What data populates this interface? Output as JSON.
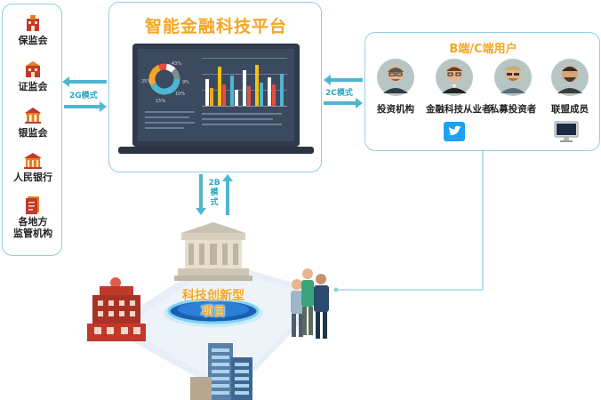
{
  "regulators": [
    {
      "label": "保监会",
      "icon": "building-icon"
    },
    {
      "label": "证监会",
      "icon": "building-icon"
    },
    {
      "label": "银监会",
      "icon": "bank-icon"
    },
    {
      "label": "人民银行",
      "icon": "temple-icon"
    },
    {
      "label": "各地方",
      "label2": "监管机构",
      "icon": "document-icon"
    }
  ],
  "platform": {
    "title": "智能金融科技平台",
    "donut_labels": [
      "43%",
      "25%",
      "9%",
      "10%",
      "15%"
    ]
  },
  "users_panel": {
    "title": "B端/C端用户",
    "users": [
      {
        "label": "投资机构",
        "icon": "investor-avatar-icon"
      },
      {
        "label": "金融科技从业者",
        "icon": "practitioner-avatar-icon"
      },
      {
        "label": "私募投资者",
        "icon": "private-investor-avatar-icon"
      },
      {
        "label": "联盟成员",
        "icon": "member-avatar-icon"
      }
    ]
  },
  "arrows": {
    "to_g": "2G模式",
    "to_c": "2C模式",
    "to_b_line1": "2B",
    "to_b_line2": "模式"
  },
  "project": {
    "line1": "科技创新型",
    "line2": "项目"
  },
  "colors": {
    "accent_orange": "#f5a623",
    "border_blue": "#8fd0e0",
    "arrow_blue": "#4fb6d2",
    "screen_dark": "#2f3b4c"
  }
}
